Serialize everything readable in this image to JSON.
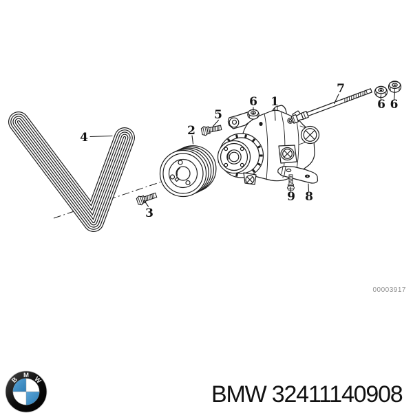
{
  "diagram": {
    "callout_labels": [
      "4",
      "2",
      "3",
      "5",
      "6",
      "1",
      "7",
      "6",
      "6",
      "9",
      "8"
    ],
    "drawing_number": "00003917"
  },
  "footer": {
    "logo_letters": [
      "B",
      "M",
      "W"
    ],
    "part_number": "BMW 32411140908"
  },
  "colors": {
    "line": "#1c1c1c",
    "drawing_number": "#8d8d8d",
    "bmw_blue": "#3d87c3",
    "background": "#ffffff"
  }
}
